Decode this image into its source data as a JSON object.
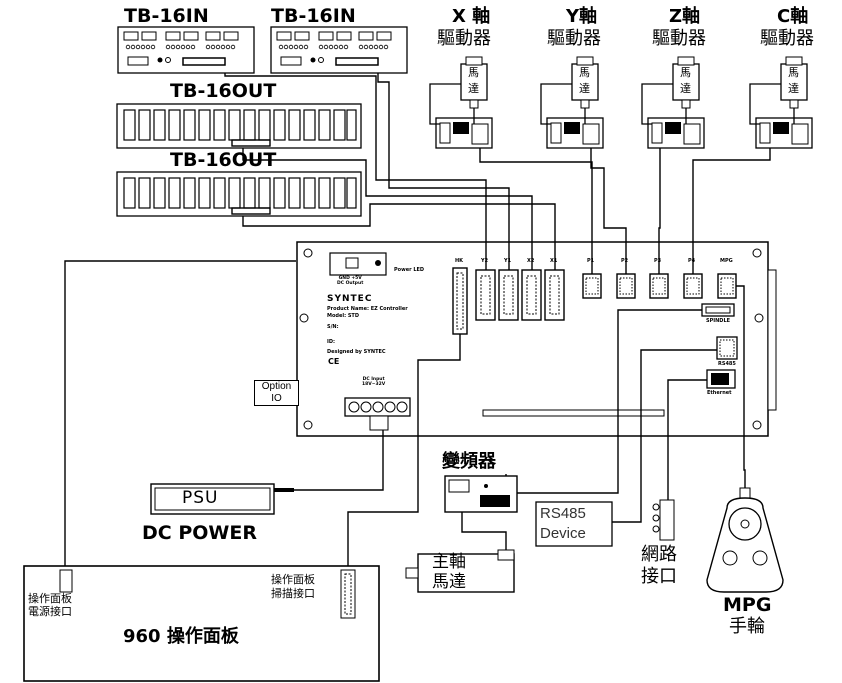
{
  "tb_in": [
    "TB-16IN",
    "TB-16IN"
  ],
  "tb_out": [
    "TB-16OUT",
    "TB-16OUT"
  ],
  "drivers": [
    {
      "axis": "X 軸",
      "name": "驅動器"
    },
    {
      "axis": "Y軸",
      "name": "驅動器"
    },
    {
      "axis": "Z軸",
      "name": "驅動器"
    },
    {
      "axis": "C軸",
      "name": "驅動器"
    }
  ],
  "motor_chars": [
    "馬",
    "達"
  ],
  "controller": {
    "dc_output": "GND +5V\nDC Output",
    "power_led": "Power LED",
    "brand": "SYNTEC",
    "product_name": "Product Name: EZ Controller",
    "model": "Model: STD",
    "sn": "S/N:",
    "ids": "ID:",
    "designed_by": "Designed by SYNTEC",
    "ce": "CE",
    "dc_input": "DC Input\n18V~32V",
    "port_labels": [
      "HK",
      "Y2",
      "Y1",
      "X2",
      "X1",
      "P1",
      "P2",
      "P3",
      "P4",
      "MPG"
    ],
    "spindle": "SPINDLE",
    "rs485": "RS485",
    "ethernet": "Ethernet"
  },
  "option_io": [
    "Option",
    "IO"
  ],
  "psu": "PSU",
  "dc_power": "DC POWER",
  "inverter": "變頻器",
  "spindle_motor": [
    "主軸",
    "馬達"
  ],
  "rs485_device": [
    "RS485",
    "Device"
  ],
  "network": [
    "網路",
    "接口"
  ],
  "mpg": [
    "MPG",
    "手輪"
  ],
  "panel": {
    "title": "960 操作面板",
    "power_port": [
      "操作面板",
      "電源接口"
    ],
    "scan_port": [
      "操作面板",
      "掃描接口"
    ]
  }
}
